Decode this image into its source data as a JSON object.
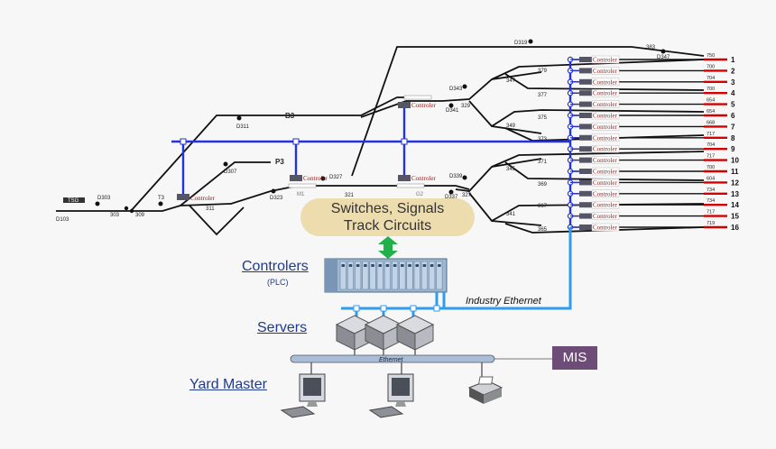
{
  "function_box": {
    "line1": "Switches, Signals",
    "line2": "Track Circuits"
  },
  "levels": {
    "controllers": {
      "label": "Controlers",
      "sublabel": "(PLC)"
    },
    "servers": {
      "label": "Servers"
    },
    "yard_master": {
      "label": "Yard Master"
    }
  },
  "networks": {
    "industry": "Industry Ethernet",
    "ethernet": "Ethernet"
  },
  "mis": "MIS",
  "controller_tag": "Controler",
  "track_labels": {
    "d103": "D103",
    "tsg": "TSG",
    "d303": "D303",
    "n303": "303",
    "n309": "309",
    "t3": "T3",
    "n311": "311",
    "d311": "D311",
    "b3": "B3",
    "d307": "D307",
    "p3": "P3",
    "d323": "D323",
    "m1": "M1",
    "d327": "D327",
    "n321": "321",
    "g2": "G2",
    "d319": "D319",
    "n383": "383",
    "d347": "D347",
    "d343": "D343",
    "d341": "D341",
    "n329": "329",
    "d339": "D339",
    "d337": "D337",
    "n327": "327",
    "n379": "379",
    "n347": "347",
    "n377": "377",
    "n375": "375",
    "n349": "349",
    "n373": "373",
    "n371": "371",
    "n345": "345",
    "n369": "369",
    "n367": "367",
    "n341": "341",
    "n365": "365"
  },
  "tracks": [
    {
      "no": "1",
      "len": "750"
    },
    {
      "no": "2",
      "len": "700"
    },
    {
      "no": "3",
      "len": "704"
    },
    {
      "no": "4",
      "len": "700"
    },
    {
      "no": "5",
      "len": "654"
    },
    {
      "no": "6",
      "len": "654"
    },
    {
      "no": "7",
      "len": "668"
    },
    {
      "no": "8",
      "len": "717"
    },
    {
      "no": "9",
      "len": "704"
    },
    {
      "no": "10",
      "len": "717"
    },
    {
      "no": "11",
      "len": "700"
    },
    {
      "no": "12",
      "len": "604"
    },
    {
      "no": "13",
      "len": "734"
    },
    {
      "no": "14",
      "len": "734"
    },
    {
      "no": "15",
      "len": "717"
    },
    {
      "no": "16",
      "len": "719"
    }
  ],
  "colors": {
    "bus": "#2233dd",
    "ethernet": "#2f9cf0",
    "track_end": "#d40000",
    "mis": "#6e4c78",
    "arrow": "#22b04a"
  }
}
